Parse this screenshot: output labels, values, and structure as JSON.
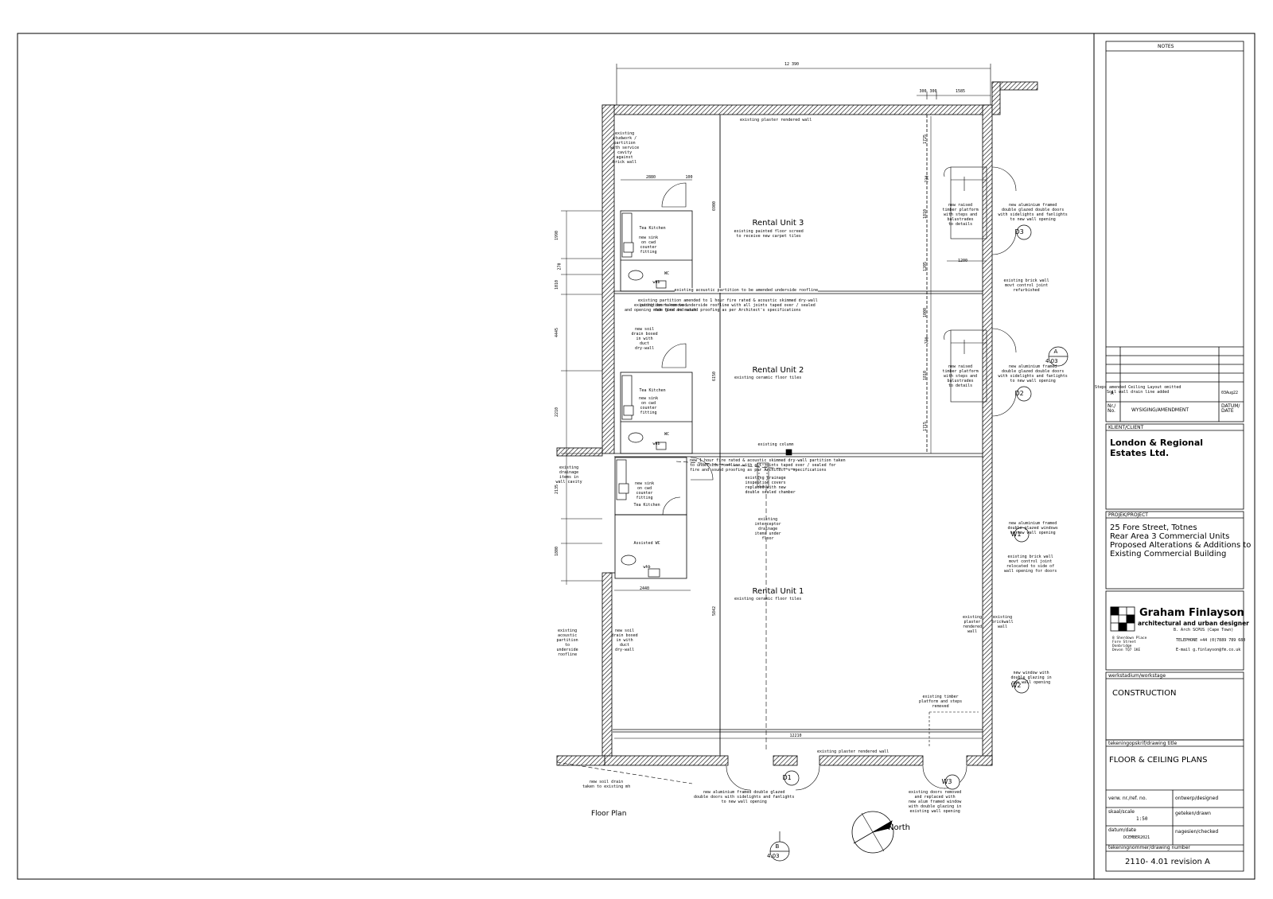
{
  "drawing": {
    "title": "Floor Plan",
    "north_label": "North",
    "overall_dimension": "12 390",
    "top_small_dims": [
      "300",
      "300",
      "1585"
    ],
    "units": [
      {
        "name": "Rental Unit 3",
        "note": "existing painted floor screed\nto receive new carpet tiles"
      },
      {
        "name": "Rental Unit 2",
        "note": "existing ceramic floor tiles"
      },
      {
        "name": "Rental Unit 1",
        "note": "existing ceramic floor tiles"
      }
    ],
    "rooms": {
      "tea_kitchen": "Tea Kitchen",
      "assisted_wc": "Assisted WC",
      "wc": "WC",
      "whb": "whb"
    },
    "tags": {
      "d1": "D1",
      "d2": "D2",
      "d3": "D3",
      "w1": "W1",
      "w2": "W2",
      "w3": "W3",
      "section_a_letter": "A",
      "section_a_ref": "4.03",
      "section_b_letter": "B",
      "section_b_ref": "4.03"
    },
    "notes": {
      "plaster_top": "existing plaster rendered wall",
      "plaster_bottom": "existing plaster rendered wall",
      "studwork": "existing\nstudwork /\npartition\nwith service\ncavity\nagainst\nbrick wall",
      "sink3": "new sink\non cwd\ncounter\nfitting",
      "sink2": "new sink\non cwd\ncounter\nfitting",
      "sink1": "new sink\non cwd\ncounter\nfitting",
      "acoustic_amended": "existing acoustic partition to be amended  underside roofline",
      "doors_removed": "existing doors removed\nand opening made good to match",
      "fire_partition": "existing partition amended to 1 hour fire rated & acoustic skimmed dry-wall\npartition taken to underside roofline with all joints taped over / sealed\nfor fire and sound proofing as per Architect's specifications",
      "drain_boxed2": "new soil\ndrain boxed\nin with\nduct\ndry-wall",
      "drain_boxed1": "new soil\ndrain boxed\nin with\nduct\ndry-wall",
      "platform3": "new raised\ntimber platform\nwith steps and\nbalustrades\nto details",
      "platform2": "new raised\ntimber platform\nwith steps and\nbalustrades\nto details",
      "door_d3": "new aluminium framed\ndouble glazed double doors\nwith sidelights and fanlights\nto new wall opening",
      "door_d2": "new aluminium framed\ndouble glazed double doors\nwith sidelights and fanlights\nto new wall opening",
      "brick_joint_top": "existing brick wall\nmovt control joint\nrefurbished",
      "column": "existing column",
      "new_fire_partition": "new 1 hour fire rated & acoustic skimmed dry-wall partition taken\nto underside roofline with all joints taped over / sealed for\nfire and sound proofing as per Architect's specifications",
      "drainage_cover": "existing drainage\ninspection covers\nreplaced with new\ndouble sealed chamber",
      "drainage_cavity": "existing\ndrainage\nitems in\nwall cavity",
      "interceptor": "existing\ninterceptor\ndrainage\nitems under\nfloor",
      "window_w1": "new aluminium framed\ndouble glazed windows\nto new wall opening",
      "brick_joint_mid": "existing brick wall\nmovt control joint\nrelocated to side of\nwall opening for doors",
      "acoustic_partition": "existing\nacoustic\npartition\nto\nunderside\nroofline",
      "drain_taken": "new soil drain\ntaken to existing mh",
      "d1_note": "new aluminium framed double glazed\ndouble doors with sidelights and fanlights\nto new wall opening",
      "plaster_rendered": "existing\nplaster\nrendered\nwall",
      "brickwall": "existing\nbrickwall\nwall",
      "window_w2": "new window with\ndouble glazing in\nnew wall opening",
      "timber_platform": "existing timber\nplatform and steps\nremoved",
      "w3_note": "existing doors removed\nand replaced with\nnew alum framed window\nwith double glazing in\nexisting wall opening"
    },
    "dims": {
      "d2880": "2880",
      "d100": "100",
      "d6900": "6900",
      "d1725": "1725",
      "d730": "730",
      "d1810": "1810",
      "d1205": "1205",
      "d1200": "1200",
      "d1000": "1000",
      "d770": "770",
      "d1810b": "1810",
      "d1715": "1715",
      "d6150": "6150",
      "d5842": "5842",
      "d2440": "2440",
      "d12210": "12210",
      "l1990": "1990",
      "l270": "270",
      "l1010": "1010",
      "l4445": "4445",
      "l2210": "2210",
      "l2135": "2135",
      "l1800": "1800"
    }
  },
  "title_block": {
    "notes_header": "NOTES",
    "revision": {
      "nr": "A",
      "description": "Steps amended Ceiling Layout omitted\nSoil wall drain line added",
      "date": "03Aug22"
    },
    "revision_headers": {
      "nr": "Nr./\nNo.",
      "desc": "WYSIGING/AMENDMENT",
      "date": "DATUM/\nDATE"
    },
    "client_label": "KLIENT/CLIENT",
    "client": "London & Regional\nEstates Ltd.",
    "project_label": "PROJEK/PROJECT",
    "project": "25 Fore Street, Totnes\nRear Area 3 Commercial Units\nProposed Alterations & Additions to\nExisting Commercial Building",
    "firm_name": "Graham  Finlayson",
    "firm_sub": "architectural  and  urban  designer",
    "firm_qual": "B. Arch  SCPUS (Cape Town)",
    "firm_address": "8 Sherdown Place\nFore Street\nDonbridge\nDevon TQ7 1KE",
    "firm_phone": "TELEPHONE +44 (0)7889 789 680",
    "firm_email": "E-mail   g.finlayson@fm.co.uk",
    "stage_label": "werkstadium/workstage",
    "stage": "CONSTRUCTION",
    "title_label": "tekeningopskrif/drawing title",
    "title": "FLOOR & CEILING PLANS",
    "ref_label": "verw. nr./ref. no.",
    "designed_label": "ontwerp/designed",
    "scale_label": "skaal/scale",
    "scale": "1:50",
    "drawn_label": "geteken/drawn",
    "date_label": "datum/date",
    "date": "DCEMBER2021",
    "checked_label": "nagesien/checked",
    "number_label": "tekeningnommer/drawing number",
    "number": "2110-  4.01 revision A"
  }
}
